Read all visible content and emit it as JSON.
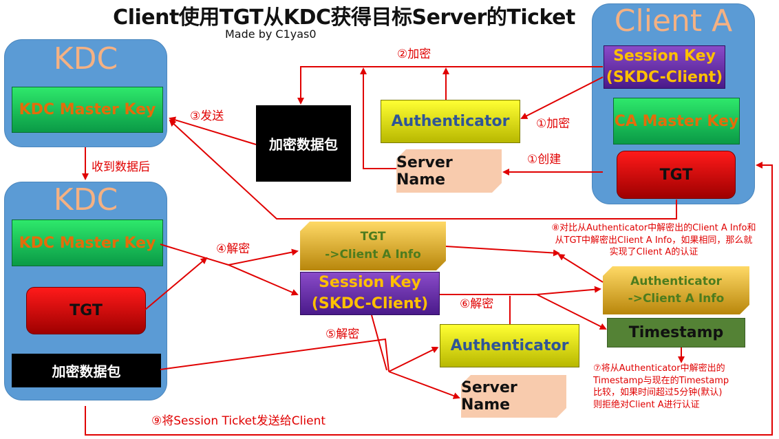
{
  "title": "Client使用TGT从KDC获得目标Server的Ticket",
  "subtitle": "Made by C1yas0",
  "kdc_top": {
    "title": "KDC",
    "master_key": "KDC Master Key"
  },
  "kdc_bottom": {
    "title": "KDC",
    "master_key": "KDC Master Key",
    "tgt": "TGT",
    "packet": "加密数据包"
  },
  "client_a": {
    "title": "Client A",
    "session_key_line1": "Session Key",
    "session_key_line2": "(SKDC-Client)",
    "master_key": "CA Master Key",
    "tgt": "TGT"
  },
  "middle_top": {
    "packet": "加密数据包",
    "authenticator": "Authenticator",
    "server_name": "Server Name"
  },
  "decrypted": {
    "tgt_line1": "TGT",
    "tgt_line2": "->Client A Info",
    "session_key_line1": "Session Key",
    "session_key_line2": "(SKDC-Client)",
    "authenticator": "Authenticator",
    "server_name": "Server Name",
    "auth_info_line1": "Authenticator",
    "auth_info_line2": "->Client A Info",
    "timestamp": "Timestamp"
  },
  "labels": {
    "step1_encrypt": "①加密",
    "step1_create": "①创建",
    "step2": "②加密",
    "step3": "③发送",
    "received": "收到数据后",
    "step4": "④解密",
    "step5": "⑤解密",
    "step6": "⑥解密",
    "step9": "⑨将Session Ticket发送给Client"
  },
  "notes": {
    "step8": [
      "⑧对比从Authenticator中解密出的Client A Info和",
      "从TGT中解密出Client A Info，如果相同，那么就",
      "实现了Client A的认证"
    ],
    "step7": [
      "⑦将从Authenticator中解密出的",
      "Timestamp与现在的Timestamp",
      "比较，如果时间超过5分钟(默认)",
      "则拒绝对Client A进行认证"
    ]
  },
  "colors": {
    "arrow": "#e00000",
    "panel": "#5b9bd5",
    "panel_title": "#f4b183"
  }
}
